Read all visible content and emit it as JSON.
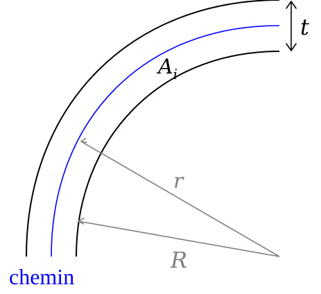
{
  "labels": {
    "thickness": "t",
    "area_main": "A",
    "area_sub": "i",
    "inner_radius": "r",
    "outer_radius": "R",
    "path": "chemin"
  },
  "colors": {
    "boundary": "#000000",
    "path": "#0000ff",
    "radius_arrows": "#808080",
    "background": "#ffffff"
  }
}
